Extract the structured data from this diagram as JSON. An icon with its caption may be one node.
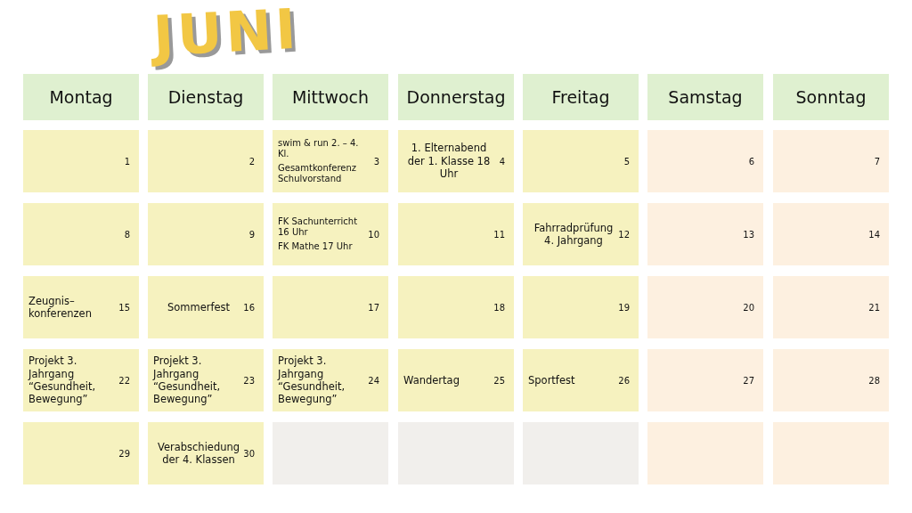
{
  "diagram": {
    "title": "JUNI",
    "nodes": [
      {
        "text": [
          "Montag"
        ]
      },
      {
        "text": [
          "Dienstag"
        ]
      },
      {
        "text": [
          "Mittwoch"
        ]
      },
      {
        "text": [
          "Donnerstag"
        ]
      },
      {
        "text": [
          "Freitag"
        ]
      },
      {
        "text": [
          "Samstag"
        ]
      },
      {
        "text": [
          "Sonntag"
        ]
      },
      {
        "text": [
          "1"
        ]
      },
      {
        "text": [
          "2"
        ]
      },
      {
        "text": [
          "swim & run 2. – 4. Kl.",
          "Gesamtkonferenz Schulvorstand",
          "3"
        ]
      },
      {
        "text": [
          "1. Elternabend der 1. Klasse 18 Uhr",
          "4"
        ]
      },
      {
        "text": [
          "5"
        ]
      },
      {
        "text": [
          "6"
        ]
      },
      {
        "text": [
          "7"
        ]
      },
      {
        "text": [
          "8"
        ]
      },
      {
        "text": [
          "9"
        ]
      },
      {
        "text": [
          "FK Sachunterricht 16 Uhr",
          "FK Mathe 17 Uhr",
          "10"
        ]
      },
      {
        "text": [
          "11"
        ]
      },
      {
        "text": [
          "Fahrradprüfung 4. Jahrgang",
          "12"
        ]
      },
      {
        "text": [
          "13"
        ]
      },
      {
        "text": [
          "14"
        ]
      },
      {
        "text": [
          "Zeugnis– konferenzen",
          "15"
        ]
      },
      {
        "text": [
          "Sommerfest",
          "16"
        ]
      },
      {
        "text": [
          "17"
        ]
      },
      {
        "text": [
          "18"
        ]
      },
      {
        "text": [
          "19"
        ]
      },
      {
        "text": [
          "20"
        ]
      },
      {
        "text": [
          "21"
        ]
      },
      {
        "text": [
          "Projekt 3. Jahrgang “Gesundheit, Bewegung”",
          "22"
        ]
      },
      {
        "text": [
          "Projekt 3. Jahrgang “Gesundheit, Bewegung”",
          "23"
        ]
      },
      {
        "text": [
          "Projekt 3. Jahrgang “Gesundheit, Bewegung”",
          "24"
        ]
      },
      {
        "text": [
          "Wandertag",
          "25"
        ]
      },
      {
        "text": [
          "Sportfest",
          "26"
        ]
      },
      {
        "text": [
          "27"
        ]
      },
      {
        "text": [
          "28"
        ]
      },
      {
        "text": [
          "29"
        ]
      },
      {
        "text": [
          "Verabschiedung der 4. Klassen",
          "30"
        ]
      },
      {
        "text": [],
        "shape": "box"
      },
      {
        "text": [],
        "shape": "box"
      },
      {
        "text": [],
        "shape": "box"
      },
      {
        "text": [],
        "shape": "box"
      },
      {
        "text": [],
        "shape": "box"
      }
    ]
  }
}
